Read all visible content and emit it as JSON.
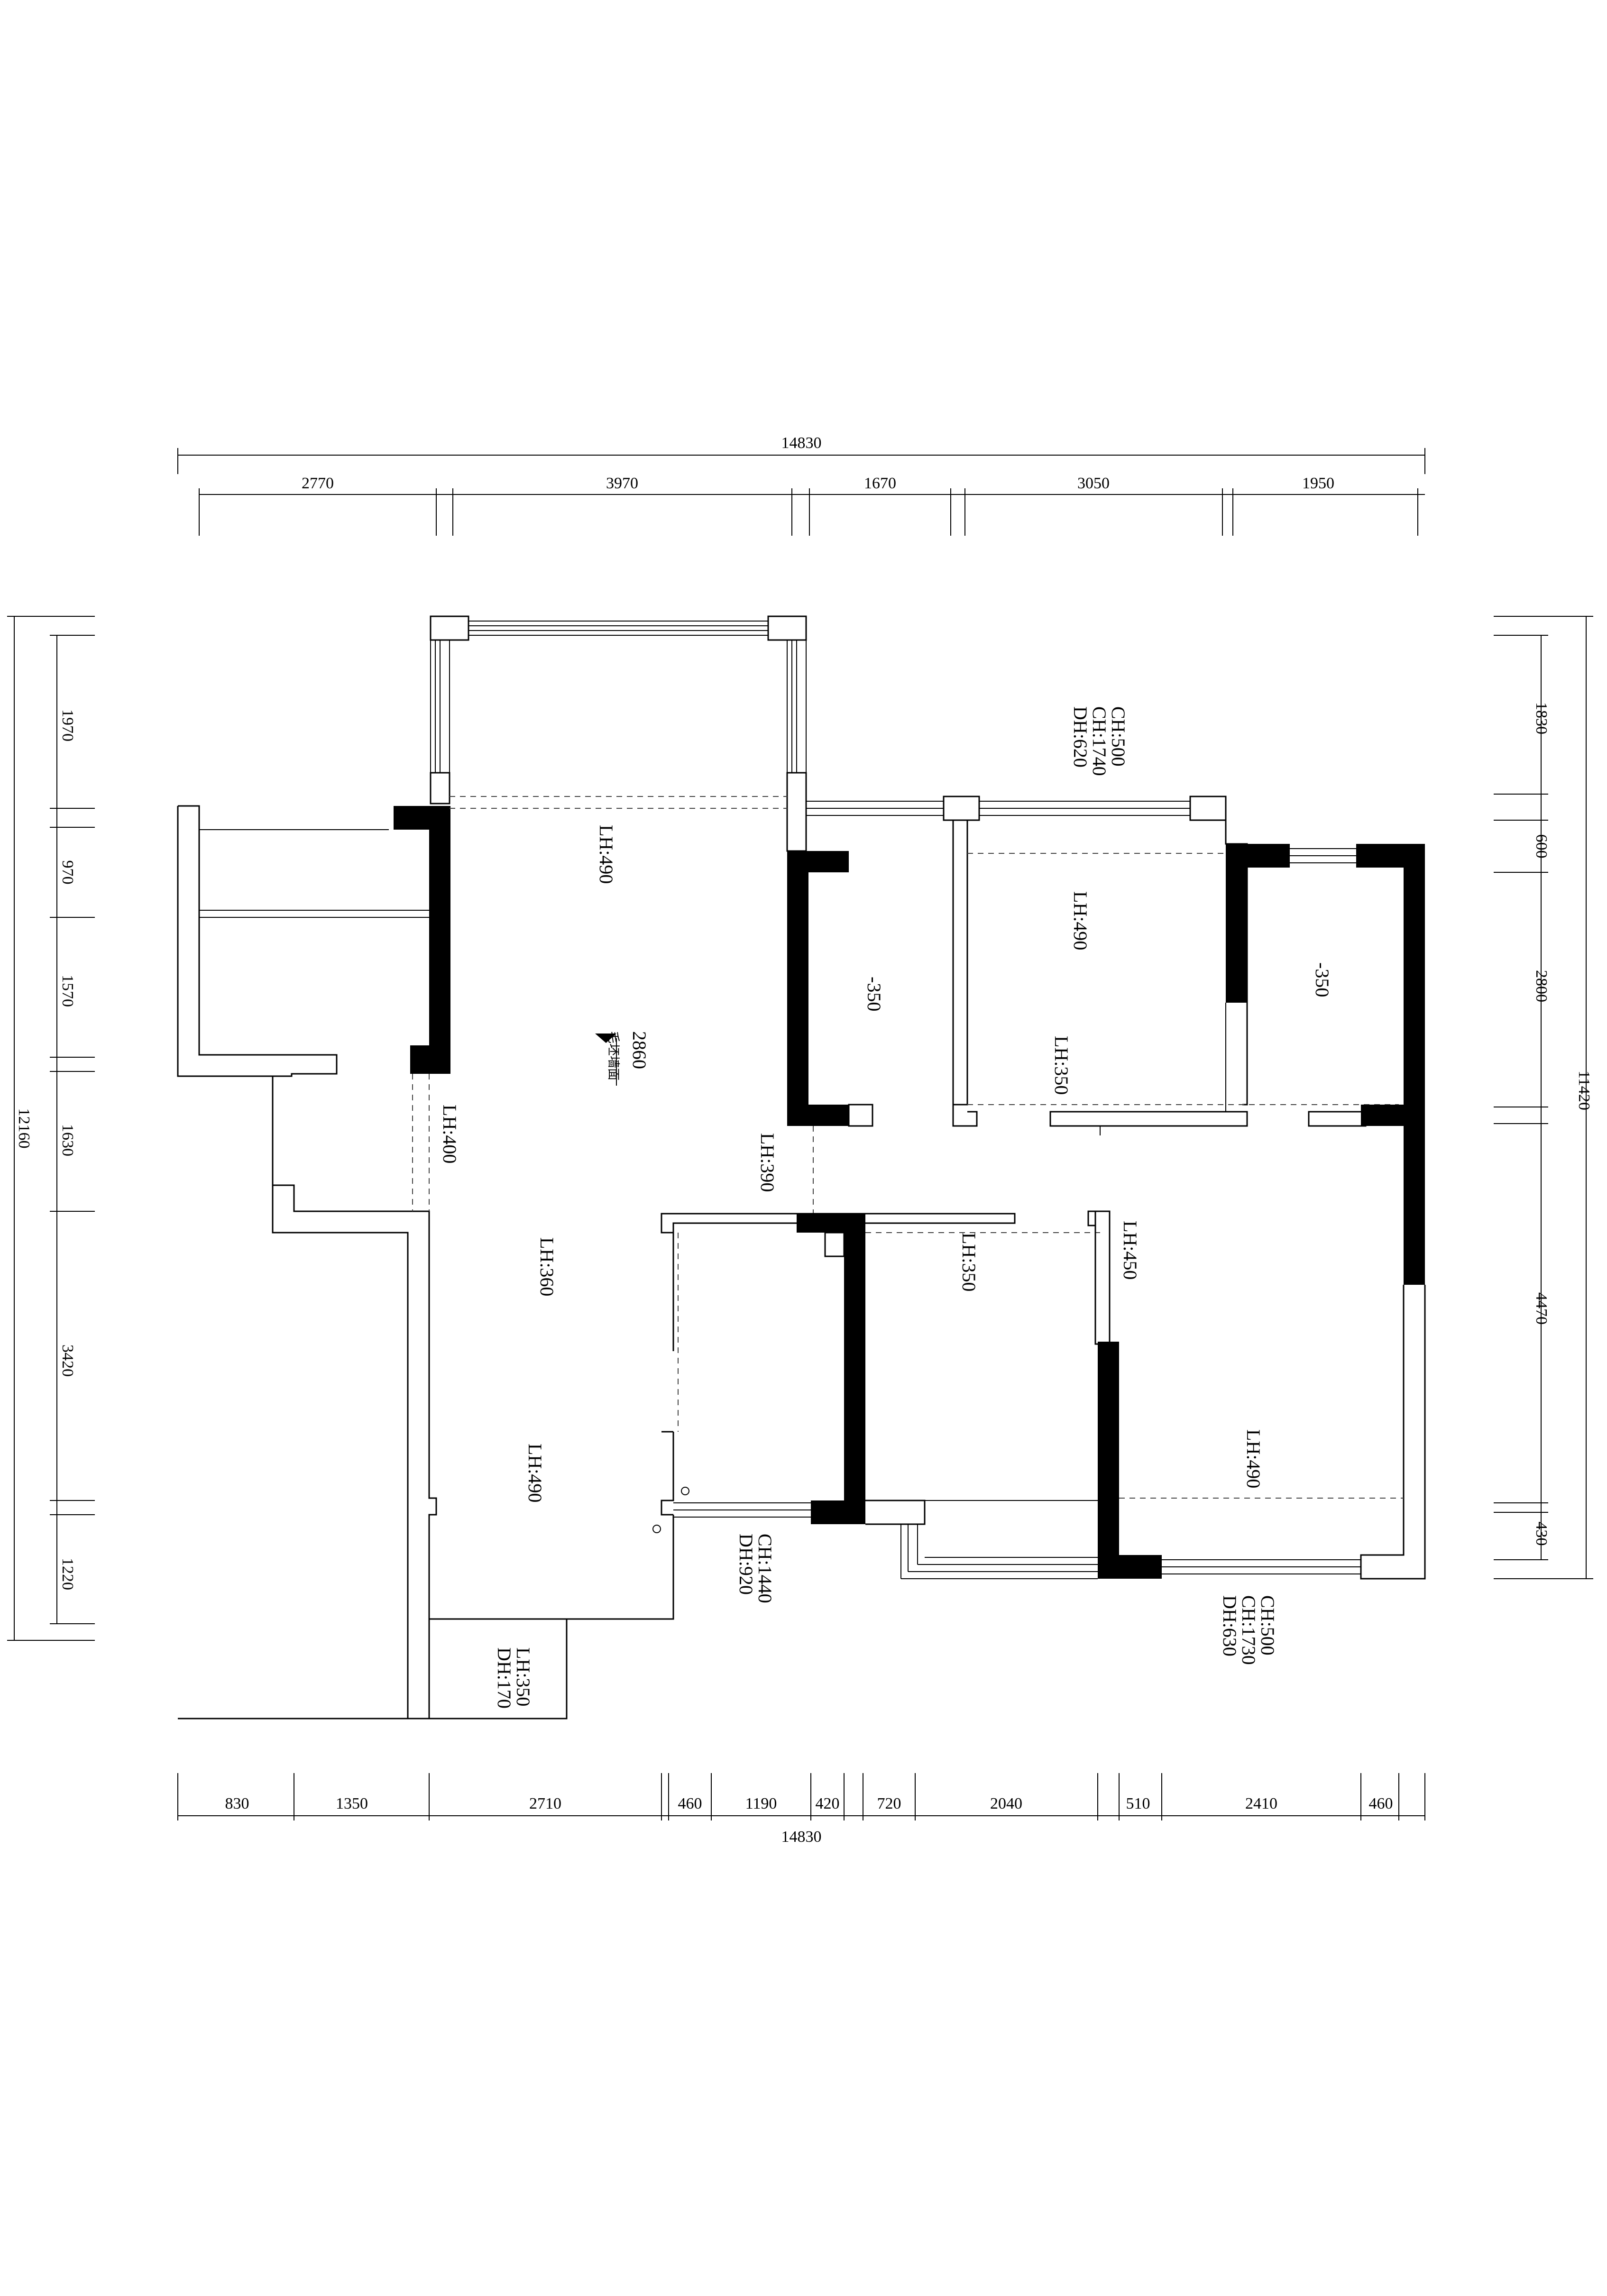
{
  "dimensions": {
    "top_total": "14830",
    "top_segments": [
      "2770",
      "3970",
      "1670",
      "3050",
      "1950"
    ],
    "bottom_total": "14830",
    "bottom_segments": [
      "830",
      "1350",
      "2710",
      "460",
      "1190",
      "420",
      "720",
      "2040",
      "510",
      "2410",
      "460"
    ],
    "left_total": "12160",
    "left_segments": [
      "1970",
      "970",
      "1570",
      "1630",
      "3420",
      "1220"
    ],
    "right_total": "11420",
    "right_segments": [
      "1830",
      "600",
      "2800",
      "4470",
      "430"
    ]
  },
  "annotations": {
    "window_top_right": [
      "CH:500",
      "CH:1740",
      "DH:620"
    ],
    "window_bottom_right": [
      "CH:500",
      "CH:1730",
      "DH:630"
    ],
    "window_bottom_center": [
      "CH:1440",
      "DH:920"
    ],
    "balcony_bottom": [
      "LH:350",
      "DH:170"
    ],
    "living_top_lh": "LH:490",
    "living_mid_lh": "LH:400",
    "living_center_lh": "LH:360",
    "living_bottom_lh": "LH:490",
    "height_mark": "2860",
    "height_mark_note": "毛坯墙面",
    "corridor_lh": "LH:390",
    "room_a_level": "-350",
    "room_b_lh": "LH:490",
    "room_b_lh2": "LH:350",
    "room_c_level": "-350",
    "bedroom_mid_lh": "LH:350",
    "bedroom_right_lh": "LH:450",
    "bedroom_br_lh": "LH:490"
  }
}
